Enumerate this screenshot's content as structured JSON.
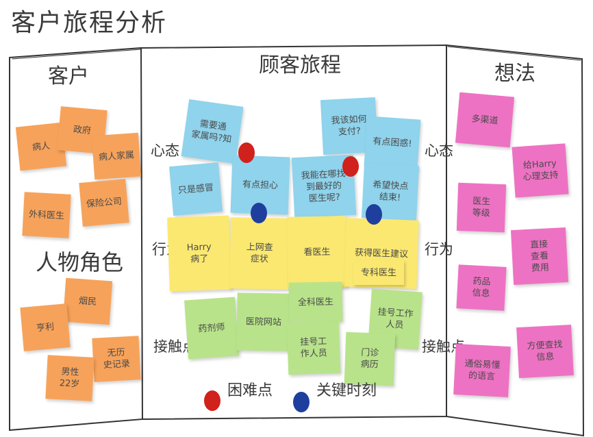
{
  "title": "客户旅程分析",
  "panels": {
    "left": "客户",
    "middle": "顾客旅程",
    "right": "想法"
  },
  "persona_label": "人物角色",
  "row_labels": {
    "mindset_left": "心态",
    "mindset_right": "心态",
    "behavior_left": "行为",
    "behavior_right": "行为",
    "touchpoint_left": "接触点",
    "touchpoint_right": "接触点"
  },
  "customer_notes": [
    "病人",
    "政府",
    "病人家属",
    "外科医生",
    "保险公司"
  ],
  "persona_notes": [
    "烟民",
    "亨利",
    "无历\n史记录",
    "男性\n22岁"
  ],
  "mindset_notes": [
    "需要通\n家属吗?知",
    "我该如何\n支付?",
    "有点困惑!",
    "只是感冒",
    "有点担心",
    "我能在哪找\n到最好的\n医生呢?",
    "希望快点\n结束!"
  ],
  "behavior_notes": [
    "Harry\n病了",
    "上网查\n症状",
    "看医生",
    "获得医生建议",
    "专科医生"
  ],
  "touchpoint_notes": [
    "药剂师",
    "医院网站",
    "全科医生",
    "挂号工作\n人员",
    "挂号工\n作人员",
    "门诊\n病历"
  ],
  "idea_notes": [
    "多渠道",
    "给Harry\n心理支持",
    "医生\n等级",
    "直接\n查看\n费用",
    "药品\n信息",
    "方便查找\n信息",
    "通俗易懂\n的语言"
  ],
  "legend": {
    "pain_point": "困难点",
    "key_moment": "关键时刻"
  },
  "colors": {
    "customer": "#f7a25a",
    "mindset": "#8fd3ec",
    "behavior": "#fbe870",
    "touchpoint": "#b8e38a",
    "idea": "#ee72c3",
    "pain_pin": "#d0211c",
    "key_pin": "#1f3f9e"
  }
}
